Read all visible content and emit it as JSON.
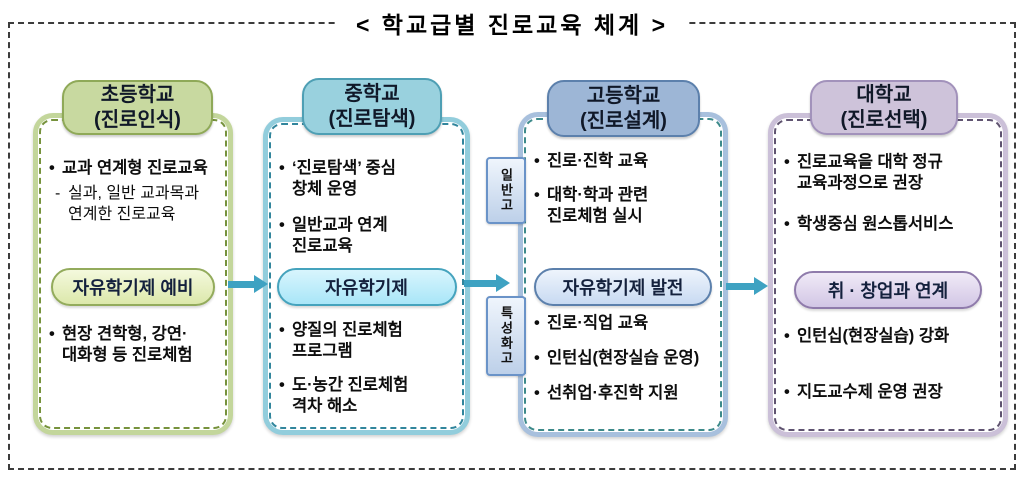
{
  "title": "< 학교급별 진로교육 체계 >",
  "palette": {
    "arrow": "#3ea2c2",
    "frame_border": "#3c3c3c",
    "text": "#0d0d0d",
    "header_text": "#101828"
  },
  "columns": [
    {
      "id": "elementary",
      "header": {
        "line1": "초등학교",
        "line2": "(진로인식)"
      },
      "theme": {
        "band": "#c3d69b",
        "dash": "#76923c",
        "hfill": "#c8d9a0",
        "hborder": "#8fa958",
        "btop": "#f4f9dd",
        "bbot": "#dce8ab",
        "bborder": "#93ab5c"
      },
      "items_top": [
        {
          "bullet": "•",
          "sub": false,
          "lines": [
            "교과 연계형 진로교육"
          ]
        },
        {
          "bullet": "-",
          "sub": true,
          "lines": [
            "실과,  일반 교과목과",
            "연계한 진로교육"
          ]
        }
      ],
      "badge": "자유학기제 예비",
      "items_bottom": [
        {
          "bullet": "•",
          "sub": false,
          "lines": [
            "현장 견학형,  강연·",
            "대화형 등 진로체험"
          ]
        }
      ]
    },
    {
      "id": "middle",
      "header": {
        "line1": "중학교",
        "line2": "(진로탐색)"
      },
      "theme": {
        "band": "#92cddc",
        "dash": "#31859c",
        "hfill": "#99d1de",
        "hborder": "#4e9fb4",
        "btop": "#d8f5fd",
        "bbot": "#a9e6f8",
        "bborder": "#45a3bd"
      },
      "items_top": [
        {
          "bullet": "•",
          "sub": false,
          "lines": [
            "‘진로탐색’ 중심",
            "창체 운영"
          ]
        },
        {
          "bullet": "•",
          "sub": false,
          "lines": [
            "일반교과 연계",
            "진로교육"
          ]
        }
      ],
      "badge": "자유학기제",
      "items_bottom": [
        {
          "bullet": "•",
          "sub": false,
          "lines": [
            "양질의 진로체험",
            "프로그램"
          ]
        },
        {
          "bullet": "•",
          "sub": false,
          "lines": [
            "도·농간 진로체험",
            "격차 해소"
          ]
        }
      ]
    },
    {
      "id": "high",
      "header": {
        "line1": "고등학교",
        "line2": "(진로설계)"
      },
      "theme": {
        "band": "#a8c0dd",
        "dash": "#3d8a8a",
        "hfill": "#9db6d6",
        "hborder": "#5c80ac",
        "btop": "#eef4fc",
        "bbot": "#c8daf2",
        "bborder": "#5c80ac"
      },
      "items_top": [
        {
          "bullet": "•",
          "sub": false,
          "lines": [
            "진로·진학 교육"
          ]
        },
        {
          "bullet": "•",
          "sub": false,
          "lines": [
            "대학·학과 관련",
            "진로체험 실시"
          ]
        }
      ],
      "badge": "자유학기제 발전",
      "items_bottom": [
        {
          "bullet": "•",
          "sub": false,
          "lines": [
            "진로·직업 교육"
          ]
        },
        {
          "bullet": "•",
          "sub": false,
          "lines": [
            "인턴십(현장실습 운영)"
          ]
        },
        {
          "bullet": "•",
          "sub": false,
          "lines": [
            "선취업·후진학 지원"
          ]
        }
      ]
    },
    {
      "id": "university",
      "header": {
        "line1": "대학교",
        "line2": "(진로선택)"
      },
      "theme": {
        "band": "#cbc0d8",
        "dash": "#5f5370",
        "hfill": "#cec3da",
        "hborder": "#a292bb",
        "btop": "#f0eaf7",
        "bbot": "#d2c6e5",
        "bborder": "#8f7bab"
      },
      "items_top": [
        {
          "bullet": "•",
          "sub": false,
          "lines": [
            "진로교육을 대학 정규",
            "교육과정으로 권장"
          ]
        },
        {
          "bullet": "•",
          "sub": false,
          "lines": [
            "학생중심 원스톱서비스"
          ]
        }
      ],
      "badge": "취 · 창업과 연계",
      "items_bottom": [
        {
          "bullet": "•",
          "sub": false,
          "lines": [
            "인턴십(현장실습) 강화"
          ]
        },
        {
          "bullet": "•",
          "sub": false,
          "lines": [
            "지도교수제 운영 권장"
          ]
        }
      ]
    }
  ],
  "side_labels": [
    {
      "text": "일반고"
    },
    {
      "text": "특성화고"
    }
  ]
}
